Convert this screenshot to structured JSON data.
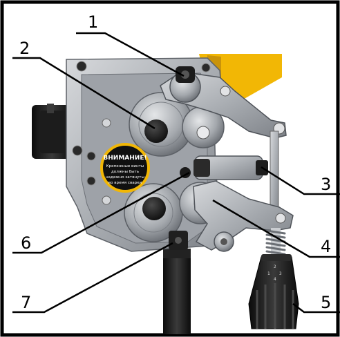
{
  "colors": {
    "frame": "#000000",
    "yellow": "#f2b705",
    "metal": "#b9bcc1",
    "metal_dark": "#6b6f75",
    "black_part": "#1a1a1a"
  },
  "warning_label": {
    "title": "ВНИМАНИЕ!",
    "lines": [
      "Крепежные винты",
      "должны быть",
      "надежно затянуты",
      "во время сварки"
    ]
  },
  "callouts": [
    {
      "id": "1",
      "label": "1"
    },
    {
      "id": "2",
      "label": "2"
    },
    {
      "id": "3",
      "label": "3"
    },
    {
      "id": "4",
      "label": "4"
    },
    {
      "id": "5",
      "label": "5"
    },
    {
      "id": "6",
      "label": "6"
    },
    {
      "id": "7",
      "label": "7"
    }
  ],
  "knob_scale": [
    "1",
    "2",
    "3",
    "4"
  ]
}
